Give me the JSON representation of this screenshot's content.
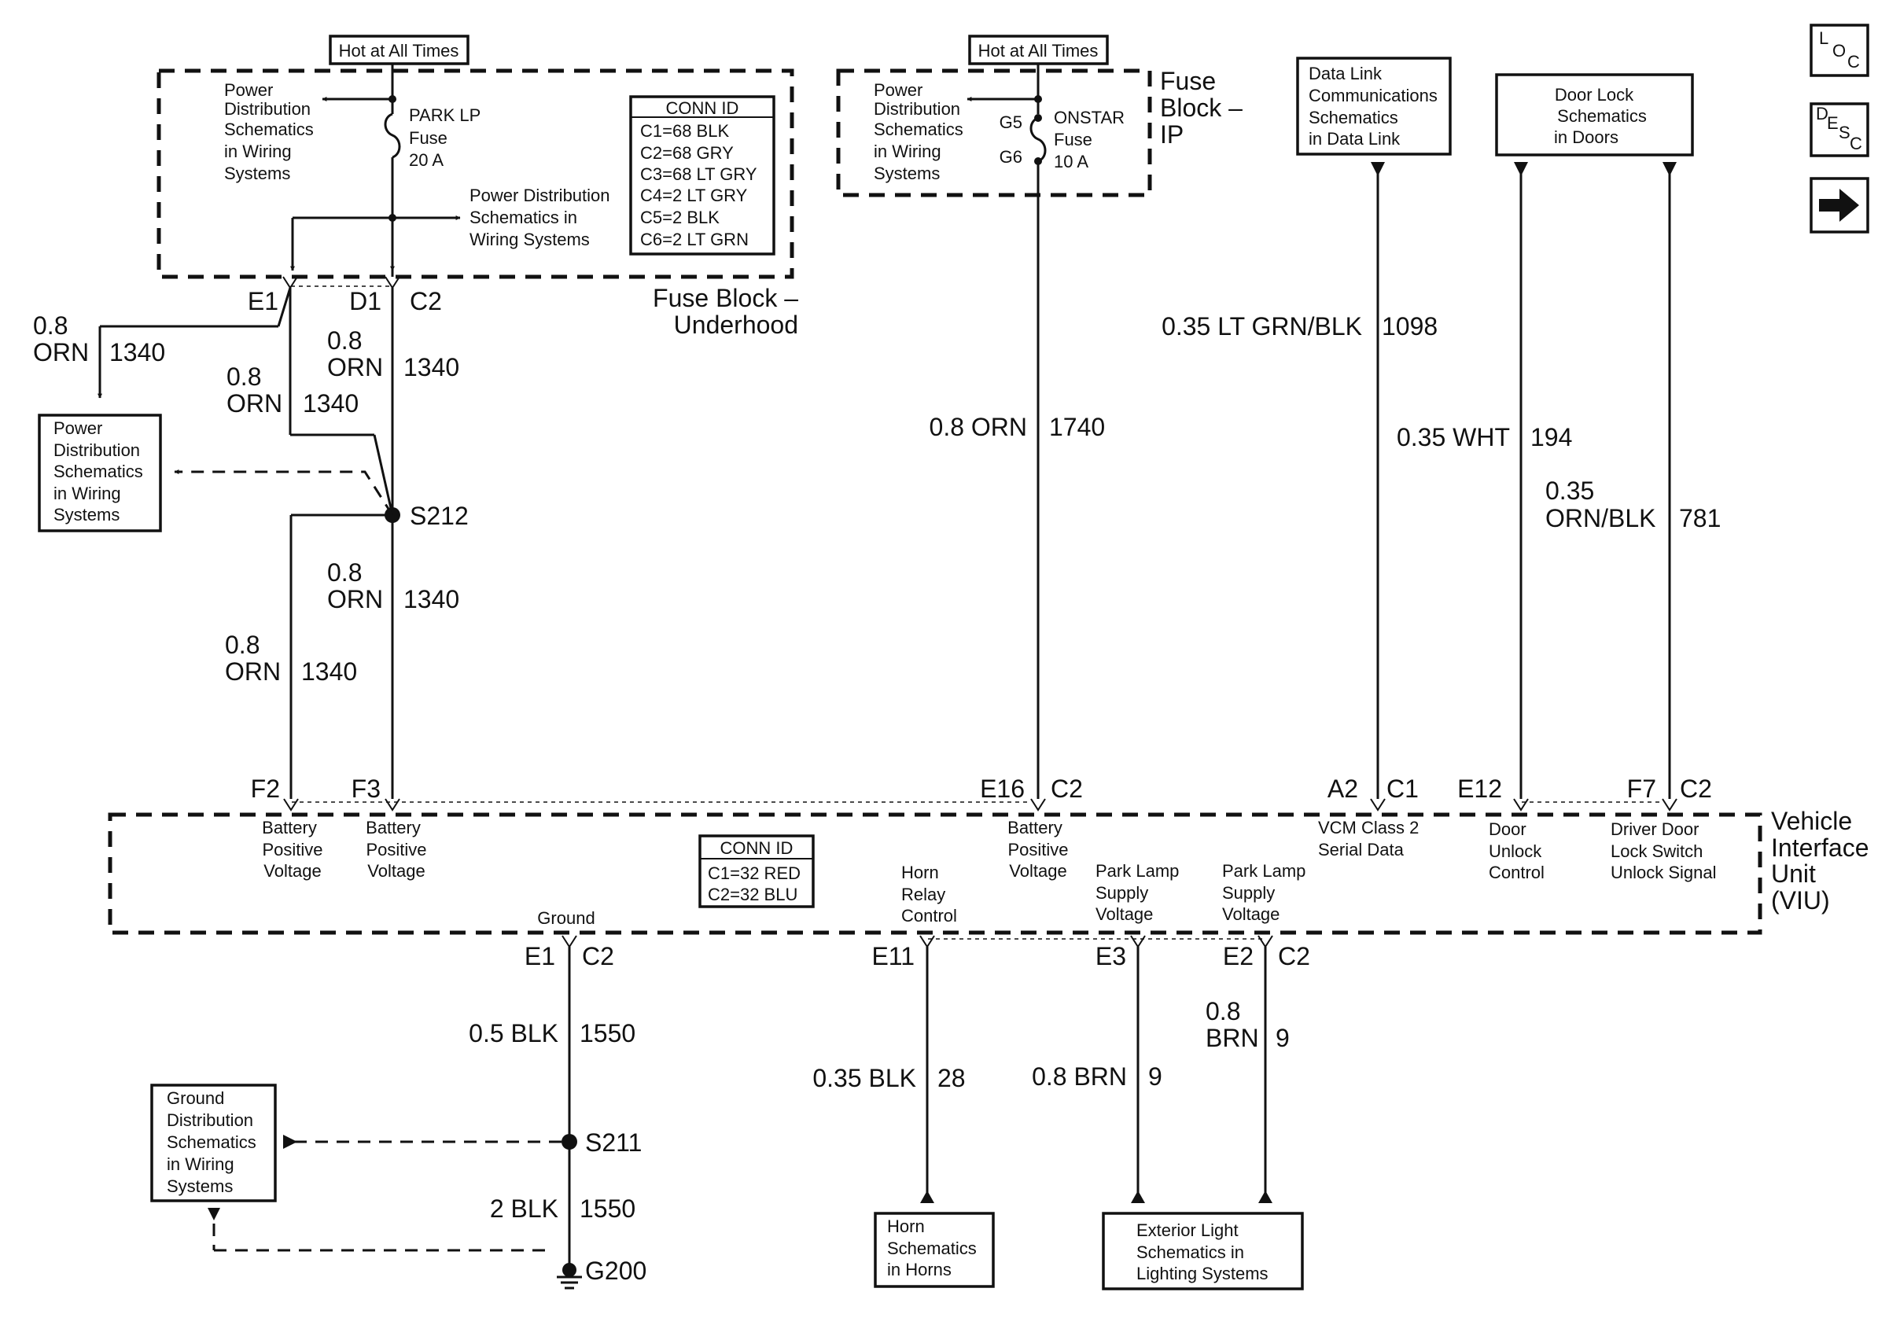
{
  "fuse_block_underhood": {
    "hot_label": "Hot at All Times",
    "pd_top": [
      "Power",
      "Distribution",
      "Schematics",
      "in Wiring",
      "Systems"
    ],
    "fuse_name": "PARK LP",
    "fuse_word": "Fuse",
    "fuse_rating": "20 A",
    "pd_mid": [
      "Power Distribution",
      "Schematics in",
      "Wiring Systems"
    ],
    "conn_header": "CONN ID",
    "conn_rows": [
      "C1=68 BLK",
      "C2=68 GRY",
      "C3=68 LT GRY",
      "C4=2 LT GRY",
      "C5=2 BLK",
      "C6=2 LT GRN"
    ],
    "name": [
      "Fuse Block –",
      "Underhood"
    ],
    "pin_e1": "E1",
    "pin_d1": "D1",
    "conn_c2": "C2"
  },
  "fuse_block_ip": {
    "hot_label": "Hot at All Times",
    "pd": [
      "Power",
      "Distribution",
      "Schematics",
      "in Wiring",
      "Systems"
    ],
    "pin_g5": "G5",
    "pin_g6": "G6",
    "fuse_name": "ONSTAR",
    "fuse_word": "Fuse",
    "fuse_rating": "10 A",
    "name": [
      "Fuse",
      "Block –",
      "IP"
    ]
  },
  "references": {
    "data_link": [
      "Data Link",
      "Communications",
      "Schematics",
      "in Data Link"
    ],
    "door_lock": [
      "Door Lock",
      "Schematics",
      "in Doors"
    ],
    "power_left": [
      "Power",
      "Distribution",
      "Schematics",
      "in Wiring",
      "Systems"
    ],
    "ground_dist": [
      "Ground",
      "Distribution",
      "Schematics",
      "in Wiring",
      "Systems"
    ],
    "horn": [
      "Horn",
      "Schematics",
      "in Horns"
    ],
    "exterior_light": [
      "Exterior Light",
      "Schematics in",
      "Lighting Systems"
    ]
  },
  "nav": {
    "loc": [
      "L",
      "O",
      "C"
    ],
    "desc": [
      "D",
      "E",
      "S",
      "C"
    ]
  },
  "wires": {
    "w1_size": "0.8",
    "w1_color": "ORN",
    "w1_circuit": "1340",
    "w2_size": "0.8",
    "w2_color": "ORN",
    "w2_circuit": "1340",
    "w3_size": "0.8",
    "w3_color": "ORN",
    "w3_circuit": "1340",
    "w4_size": "0.8",
    "w4_color": "ORN",
    "w4_circuit": "1340",
    "w5_size": "0.8",
    "w5_color": "ORN",
    "w5_circuit": "1340",
    "onstar": "0.8 ORN",
    "onstar_circuit": "1740",
    "data": "0.35 LT GRN/BLK",
    "data_circuit": "1098",
    "door_unlock": "0.35 WHT",
    "door_unlock_circuit": "194",
    "driver_size": "0.35",
    "driver_color": "ORN/BLK",
    "driver_circuit": "781",
    "ground_upper": "0.5 BLK",
    "ground_upper_circuit": "1550",
    "ground_lower": "2 BLK",
    "ground_lower_circuit": "1550",
    "horn": "0.35 BLK",
    "horn_circuit": "28",
    "park_e3": "0.8 BRN",
    "park_e3_circuit": "9",
    "park_e2_size": "0.8",
    "park_e2_color": "BRN",
    "park_e2_circuit": "9"
  },
  "splices": {
    "s212": "S212",
    "s211": "S211",
    "g200": "G200"
  },
  "viu": {
    "name": [
      "Vehicle",
      "Interface",
      "Unit",
      "(VIU)"
    ],
    "conn_header": "CONN ID",
    "conn_rows": [
      "C1=32 RED",
      "C2=32 BLU"
    ],
    "pin_f2": "F2",
    "pin_f3": "F3",
    "pin_e16": "E16",
    "pin_e16_conn": "C2",
    "pin_a2": "A2",
    "pin_a2_conn": "C1",
    "pin_e12": "E12",
    "pin_f7": "F7",
    "pin_f7_conn": "C2",
    "pin_e1": "E1",
    "pin_e1_conn": "C2",
    "pin_e11": "E11",
    "pin_e3": "E3",
    "pin_e2": "E2",
    "pin_e2_conn": "C2",
    "f2_label": [
      "Battery",
      "Positive",
      "Voltage"
    ],
    "f3_label": [
      "Battery",
      "Positive",
      "Voltage"
    ],
    "e16_label": [
      "Battery",
      "Positive",
      "Voltage"
    ],
    "a2_label": [
      "VCM Class 2",
      "Serial Data"
    ],
    "e12_label": [
      "Door",
      "Unlock",
      "Control"
    ],
    "f7_label": [
      "Driver Door",
      "Lock Switch",
      "Unlock Signal"
    ],
    "ground_label": "Ground",
    "horn_label": [
      "Horn",
      "Relay",
      "Control"
    ],
    "e3_label": [
      "Park Lamp",
      "Supply",
      "Voltage"
    ],
    "e2_label": [
      "Park Lamp",
      "Supply",
      "Voltage"
    ]
  }
}
